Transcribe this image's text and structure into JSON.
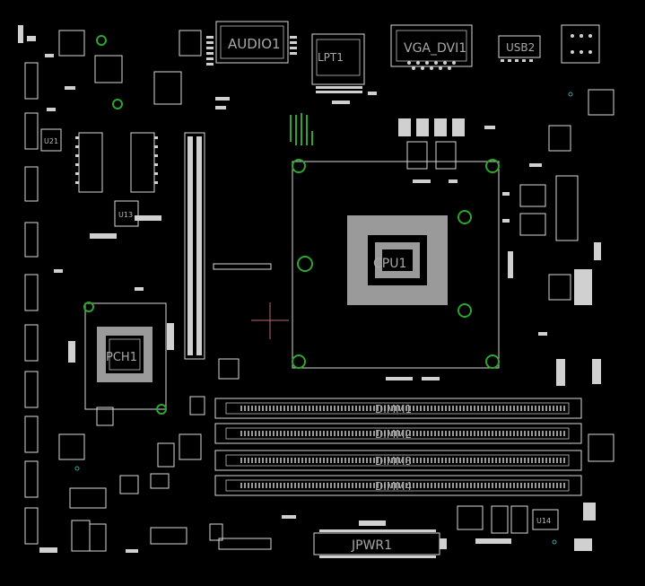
{
  "labels": {
    "audio": "AUDIO1",
    "lpt": "LPT1",
    "vga": "VGA_DVI1",
    "usb": "USB2",
    "cpu": "CPU1",
    "pch": "PCH1",
    "u13": "U13",
    "u21": "U21",
    "u14": "U14",
    "dimm1": "DIMM1",
    "dimm2": "DIMM2",
    "dimm3": "DIMM3",
    "dimm4": "DIMM4",
    "jpwr": "JPWR1"
  },
  "colors": {
    "background": "#000000",
    "silkscreen": "#d8d8d8",
    "mounting_hole": "#2fa52f",
    "via": "#3aa0a0",
    "origin_cross": "#b76b6b"
  }
}
